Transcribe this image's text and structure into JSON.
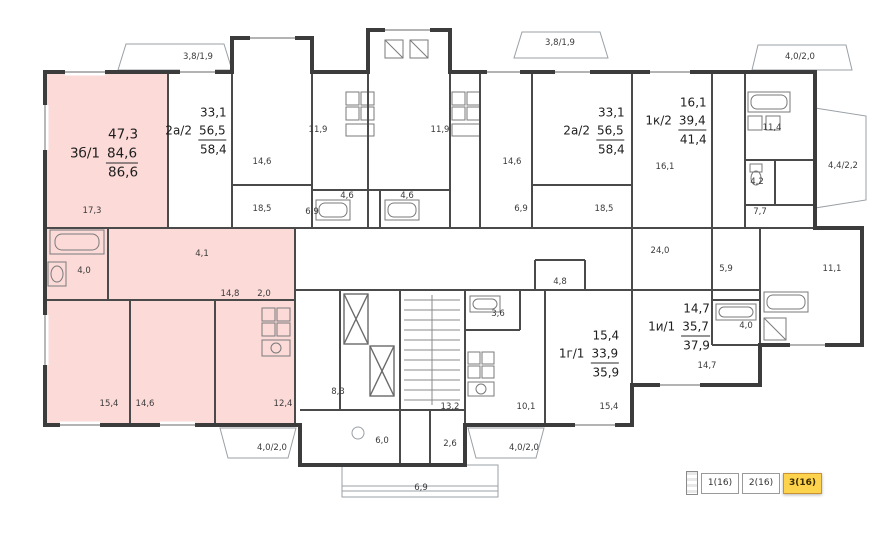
{
  "apartments": [
    {
      "type": "3б/1",
      "living": "47,3",
      "total": "84,6",
      "total_plus": "86,6",
      "highlighted": true
    },
    {
      "type": "2а/2",
      "living": "33,1",
      "total": "56,5",
      "total_plus": "58,4",
      "highlighted": false
    },
    {
      "type": "2а/2",
      "living": "33,1",
      "total": "56,5",
      "total_plus": "58,4",
      "highlighted": false
    },
    {
      "type": "1к/2",
      "living": "16,1",
      "total": "39,4",
      "total_plus": "41,4",
      "highlighted": false
    },
    {
      "type": "1г/1",
      "living": "15,4",
      "total": "33,9",
      "total_plus": "35,9",
      "highlighted": false
    },
    {
      "type": "1и/1",
      "living": "14,7",
      "total": "35,7",
      "total_plus": "37,9",
      "highlighted": false
    }
  ],
  "dims": [
    "3,8/1,9",
    "3,8/1,9",
    "4,0/2,0",
    "11,9",
    "11,9",
    "14,6",
    "14,6",
    "16,1",
    "11,4",
    "4,2",
    "4,4/2,2",
    "17,3",
    "18,5",
    "6,9",
    "4,6",
    "4,6",
    "6,9",
    "18,5",
    "7,7",
    "24,0",
    "4,0",
    "4,1",
    "5,9",
    "11,1",
    "14,8",
    "2,0",
    "4,8",
    "3,6",
    "4,0",
    "15,4",
    "14,6",
    "12,4",
    "8,3",
    "13,2",
    "10,1",
    "15,4",
    "14,7",
    "4,0/2,0",
    "6,0",
    "2,6",
    "4,0/2,0",
    "6,9"
  ],
  "selector": {
    "items": [
      {
        "label": "1(16)",
        "active": false
      },
      {
        "label": "2(16)",
        "active": false
      },
      {
        "label": "3(16)",
        "active": true
      }
    ]
  },
  "colors": {
    "highlight": "#fbdad8",
    "wall": "#3c3c3c",
    "active_button_bg": "#fdd24c",
    "active_button_border": "#c9912f"
  }
}
